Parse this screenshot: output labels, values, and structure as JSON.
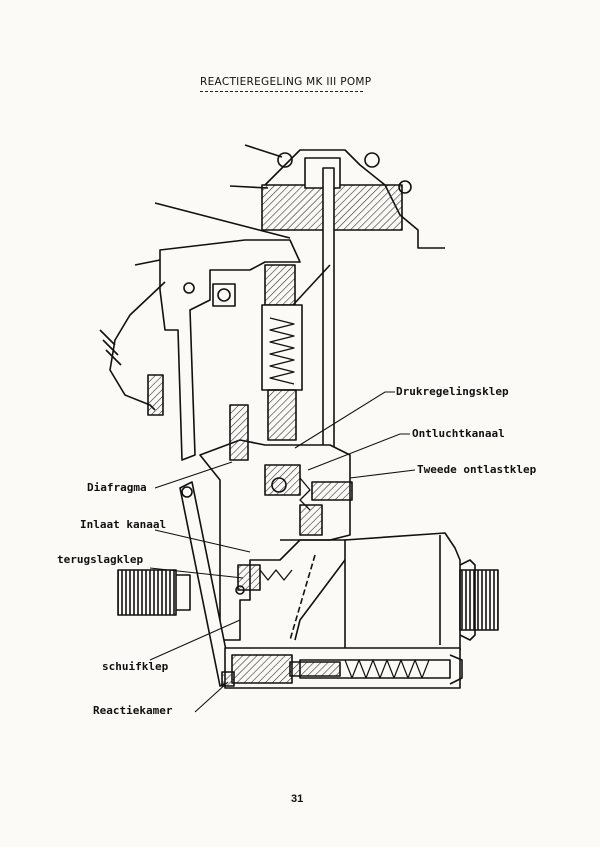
{
  "document": {
    "title": "REACTIEREGELING MK III POMP",
    "page_number": "31"
  },
  "labels": {
    "drukregelingsklep": "Drukregelingsklep",
    "ontluchtkanaal": "Ontluchtkanaal",
    "tweede_ontlastklep": "Tweede ontlastklep",
    "diafragma": "Diafragma",
    "inlaat_kanaal": "Inlaat kanaal",
    "terugslagklep": "terugslagklep",
    "schuifklep": "schuifklep",
    "reactiekamer": "Reactiekamer"
  },
  "colors": {
    "ink": "#111111",
    "paper": "#fbfaf7",
    "hatch": "#333333"
  }
}
